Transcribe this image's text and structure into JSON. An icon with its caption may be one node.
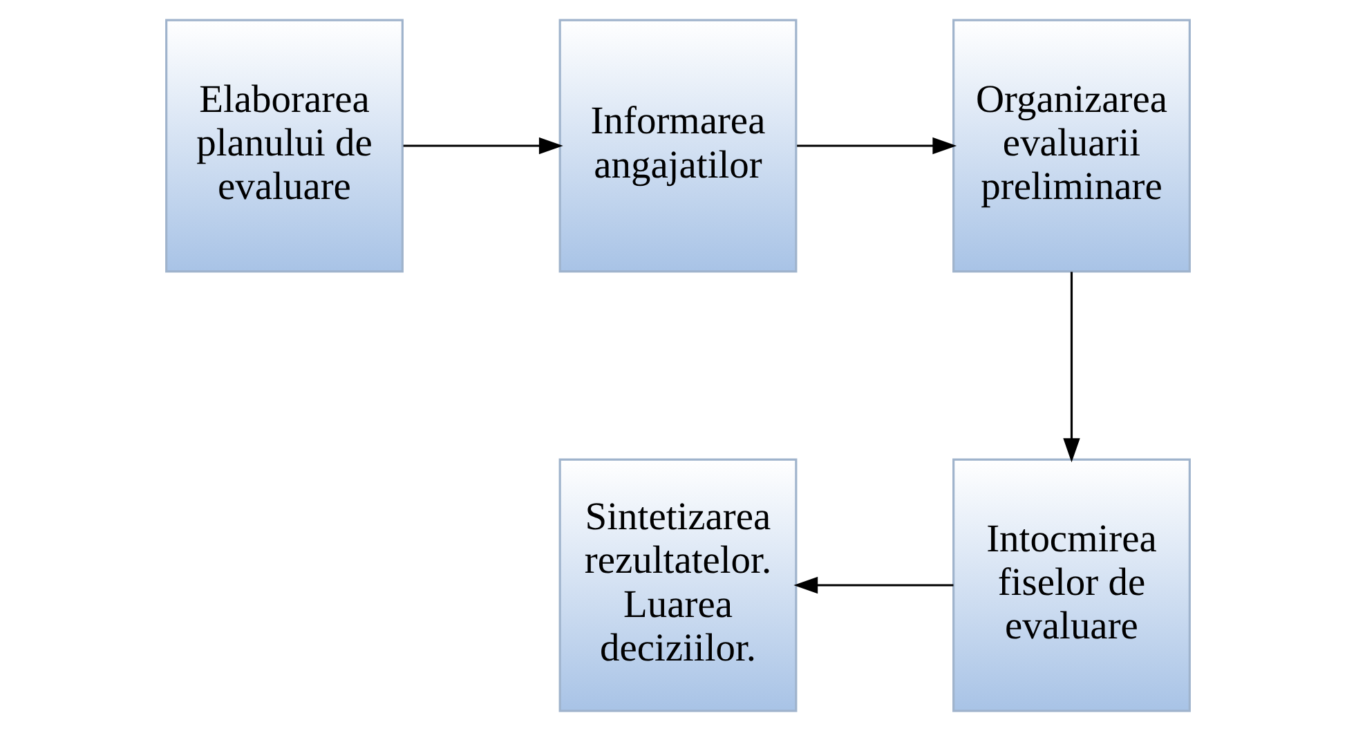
{
  "diagram": {
    "nodes": [
      {
        "text": [
          "Elaborarea planului de evaluare"
        ]
      },
      {
        "text": [
          "Informarea angajatilor"
        ]
      },
      {
        "text": [
          "Organizarea evaluarii preliminare"
        ]
      },
      {
        "text": [
          "Intocmirea fiselor de evaluare"
        ]
      },
      {
        "text": [
          "Sintetizarea rezultatelor. Luarea deciziilor."
        ]
      }
    ],
    "edges": [
      {
        "from": 0,
        "to": 1,
        "arrow": "to"
      },
      {
        "from": 1,
        "to": 2,
        "arrow": "to"
      },
      {
        "from": 2,
        "to": 3,
        "arrow": "to"
      },
      {
        "from": 3,
        "to": 4,
        "arrow": "to"
      }
    ]
  }
}
